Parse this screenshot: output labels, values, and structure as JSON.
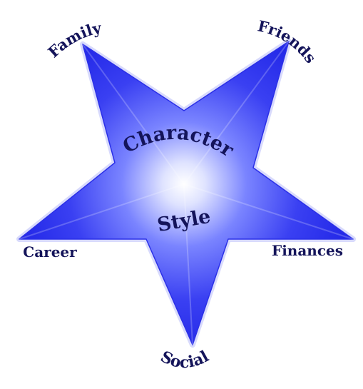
{
  "diagram": {
    "center": {
      "line1": "Character",
      "line2": "Style"
    },
    "points": {
      "top_left": "Family",
      "top_right": "Friends",
      "left": "Career",
      "right": "Finances",
      "bottom": "Social"
    },
    "colors": {
      "star_edge": "#1f24e6",
      "star_mid": "#5660ff",
      "star_center": "#ffffff",
      "label_text": "#14145a"
    }
  }
}
